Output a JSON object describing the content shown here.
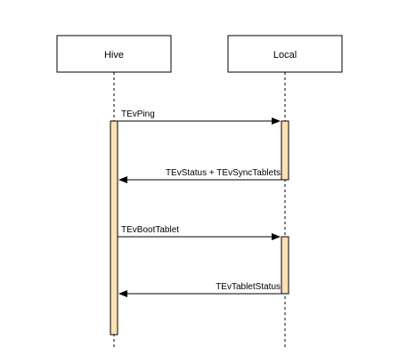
{
  "participants": {
    "hive": "Hive",
    "local": "Local"
  },
  "messages": {
    "ping": "TEvPing",
    "status_sync": "TEvStatus + TEvSyncTablets",
    "boot_tablet": "TEvBootTablet",
    "tablet_status": "TEvTabletStatus"
  },
  "colors": {
    "activation_fill": "#ffe1b0",
    "line": "#000000",
    "background": "#ffffff"
  }
}
